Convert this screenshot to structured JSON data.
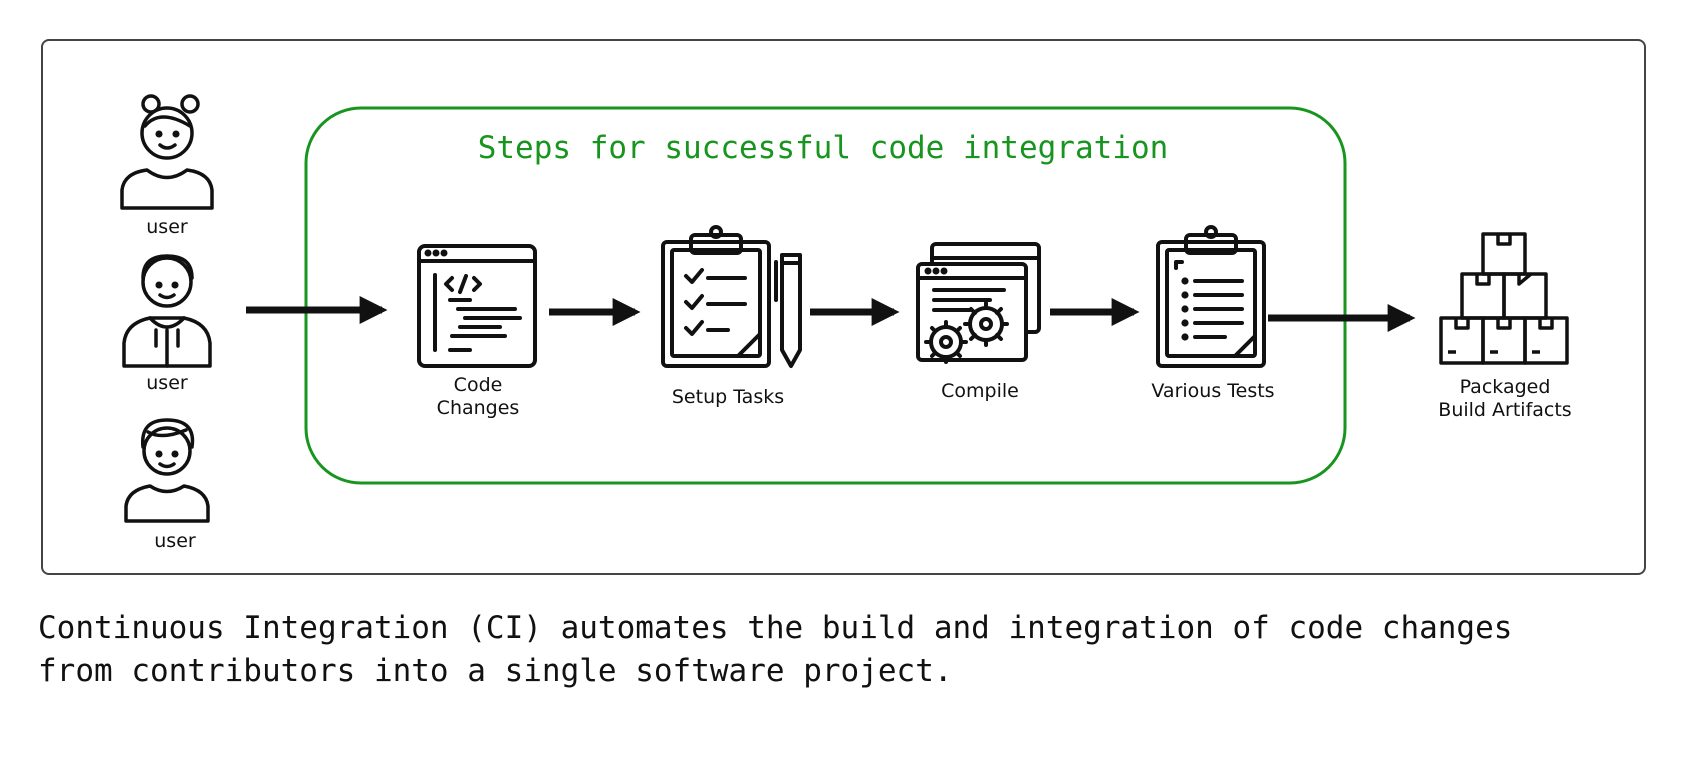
{
  "diagram": {
    "users": [
      "user",
      "user",
      "user"
    ],
    "group_title": "Steps for successful code integration",
    "steps": [
      {
        "label_line1": "Code",
        "label_line2": "Changes",
        "icon": "code-window-icon"
      },
      {
        "label_line1": "Setup Tasks",
        "label_line2": "",
        "icon": "checklist-clipboard-icon"
      },
      {
        "label_line1": "Compile",
        "label_line2": "",
        "icon": "compile-gears-icon"
      },
      {
        "label_line1": "Various Tests",
        "label_line2": "",
        "icon": "test-clipboard-icon"
      }
    ],
    "output": {
      "label_line1": "Packaged",
      "label_line2": "Build Artifacts",
      "icon": "stacked-boxes-icon"
    },
    "colors": {
      "group_border": "#17951f",
      "title": "#17951f",
      "stroke": "#111111",
      "frame": "#444444"
    }
  },
  "caption": "Continuous Integration (CI) automates the build and integration of code changes from contributors into a single software project."
}
